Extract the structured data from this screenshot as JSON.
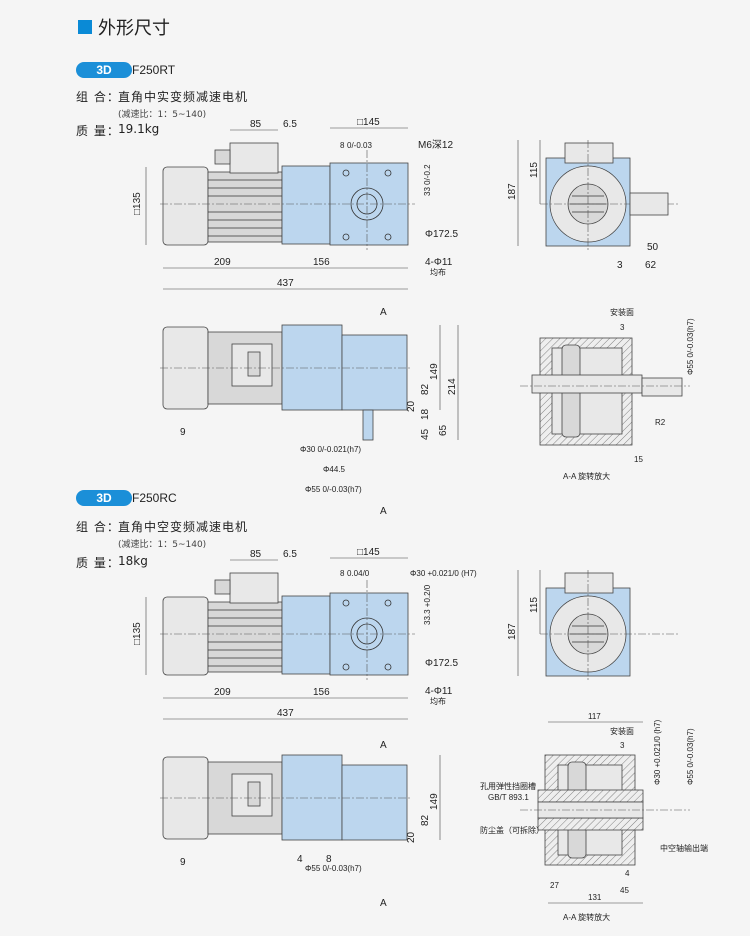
{
  "header": {
    "title": "外形尺寸"
  },
  "colors": {
    "accent": "#1b8fd8",
    "gearbox": "#bcd6ee",
    "motor": "#d8d8d8"
  },
  "models": [
    {
      "badge": "3D",
      "name": "F250RT",
      "combo_label": "组 合：",
      "combo": "直角中实变频减速电机",
      "ratio": "(减速比：1：5~140)",
      "mass_label": "质 量：",
      "mass": "19.1kg",
      "dims": {
        "d85": "85",
        "d65": "6.5",
        "d145": "□145",
        "key": "8",
        "key_tol": "0/-0.03",
        "m6": "M6深12",
        "h33": "33 0/-0.2",
        "d135": "□135",
        "pcd": "Φ172.5",
        "holes": "4-Φ11",
        "even": "均布",
        "d209": "209",
        "d156": "156",
        "d437": "437",
        "s187": "187",
        "s115": "115",
        "s50": "50",
        "s3": "3",
        "s62": "62",
        "secA": "A",
        "f149": "149",
        "f82": "82",
        "f214": "214",
        "f20": "20",
        "f18": "18",
        "f45": "45",
        "f65": "65",
        "f9": "9",
        "shaft30": "Φ30 0/-0.021(h7)",
        "d445": "Φ44.5",
        "spig55": "Φ55 0/-0.03(h7)",
        "mount": "安装面",
        "aa3": "3",
        "aa55": "Φ55 0/-0.03(h7)",
        "r2": "R2",
        "aa15": "15",
        "aa_title": "A-A 旋转放大"
      }
    },
    {
      "badge": "3D",
      "name": "F250RC",
      "combo_label": "组 合：",
      "combo": "直角中空变频减速电机",
      "ratio": "(减速比：1：5~140)",
      "mass_label": "质 量：",
      "mass": "18kg",
      "dims": {
        "d85": "85",
        "d65": "6.5",
        "d145": "□145",
        "key": "8",
        "key_tol": "0.04/0",
        "bore": "Φ30 +0.021/0 (H7)",
        "h333": "33.3 +0.2/0",
        "d135": "□135",
        "pcd": "Φ172.5",
        "holes": "4-Φ11",
        "even": "均布",
        "d209": "209",
        "d156": "156",
        "d437": "437",
        "s187": "187",
        "s115": "115",
        "secA": "A",
        "f149": "149",
        "f82": "82",
        "f20": "20",
        "f9": "9",
        "f4": "4",
        "f8": "8",
        "spig55": "Φ55 0/-0.03(h7)",
        "d117": "117",
        "mount": "安装面",
        "aa3": "3",
        "aa30": "Φ30 +0.021/0 (h7)",
        "aa55": "Φ55 0/-0.03(h7)",
        "circlip": "孔用弹性挡圈槽",
        "gb": "GB/T 893.1",
        "cover": "防尘盖（可拆除）",
        "hollow": "中空轴输出端",
        "aa4": "4",
        "aa27": "27",
        "aa45": "45",
        "aa131": "131",
        "aa_title": "A-A 旋转放大"
      }
    }
  ]
}
